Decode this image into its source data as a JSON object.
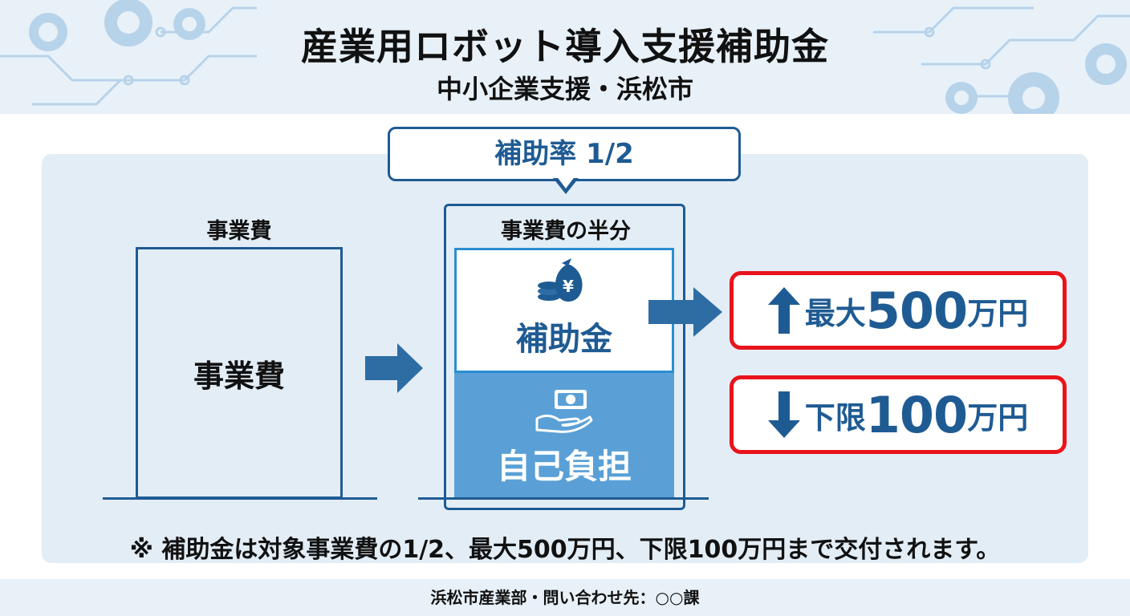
{
  "header": {
    "title": "産業用ロボット導入支援補助金",
    "subtitle": "中小企業支援・浜松市"
  },
  "diagram": {
    "rate_label": "補助率 1/2",
    "left_top_label": "事業費",
    "left_box_label": "事業費",
    "right_top_label": "事業費の半分",
    "subsidy_label": "補助金",
    "self_label": "自己負担"
  },
  "amounts": {
    "max_label": "最大",
    "max_value": "500",
    "max_unit": "万円",
    "min_label": "下限",
    "min_value": "100",
    "min_unit": "万円"
  },
  "note": "※ 補助金は対象事業費の1/2、最大500万円、下限100万円まで交付されます。",
  "footer": "浜松市産業部・問い合わせ先：○○課",
  "colors": {
    "primary": "#1f5b93",
    "accent_red": "#e8141b",
    "self_fill": "#5aa0d6",
    "panel_bg": "#e3edf6",
    "header_bg": "#e8f1f8"
  },
  "icons": [
    "gear-icon",
    "circuit-icon",
    "money-bag-icon",
    "hand-money-icon",
    "arrow-up-icon",
    "arrow-down-icon",
    "arrow-right-icon"
  ]
}
